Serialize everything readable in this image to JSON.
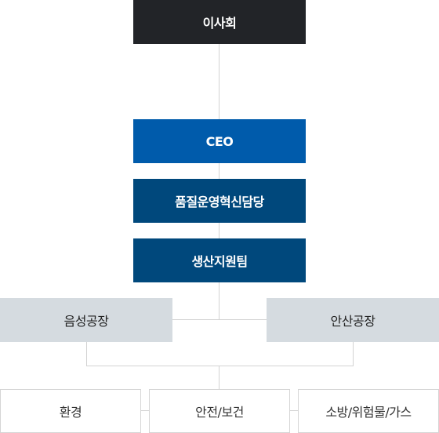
{
  "colors": {
    "board": "#222428",
    "ceo": "#005bab",
    "dept": "#00487c",
    "plant": "#d5dbe0",
    "line": "#d2d2d2"
  },
  "org": {
    "board": "이사회",
    "ceo": "CEO",
    "quality": "품질운영혁신담당",
    "support": "생산지원팀",
    "plant_left": "음성공장",
    "plant_right": "안산공장",
    "teams": [
      "환경",
      "안전/보건",
      "소방/위험물/가스"
    ]
  }
}
